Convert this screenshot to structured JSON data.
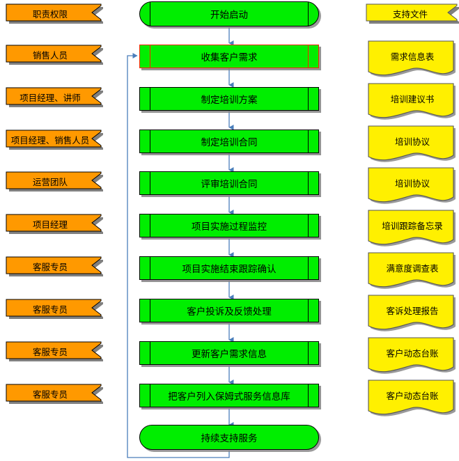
{
  "colors": {
    "role_fill": "#FF9900",
    "doc_fill": "#FFF000",
    "process_fill": "#00EE00",
    "border": "#000000",
    "alert_border": "#FF2200",
    "connector": "#4A7EBB",
    "shadow": "#828282"
  },
  "columns": {
    "roles_header": "职责权限",
    "docs_header": "支持文件"
  },
  "roles": [
    {
      "label": "销售人员"
    },
    {
      "label": "项目经理、讲师"
    },
    {
      "label": "项目经理、销售人员"
    },
    {
      "label": "运营团队"
    },
    {
      "label": "项目经理"
    },
    {
      "label": "客服专员"
    },
    {
      "label": "客服专员"
    },
    {
      "label": "客服专员"
    },
    {
      "label": "客服专员"
    }
  ],
  "process": {
    "start": "开始启动",
    "end": "持续支持服务",
    "steps": [
      {
        "label": "收集客户需求",
        "highlight": true
      },
      {
        "label": "制定培训方案",
        "highlight": false
      },
      {
        "label": "制定培训合同",
        "highlight": false
      },
      {
        "label": "评审培训合同",
        "highlight": false
      },
      {
        "label": "项目实施过程监控",
        "highlight": false
      },
      {
        "label": "项目实施结束跟踪确认",
        "highlight": false
      },
      {
        "label": "客户投诉及反馈处理",
        "highlight": false
      },
      {
        "label": "更新客户需求信息",
        "highlight": false
      },
      {
        "label": "把客户列入保姆式服务信息库",
        "highlight": false
      }
    ]
  },
  "documents": [
    {
      "label": "需求信息表"
    },
    {
      "label": "培训建议书"
    },
    {
      "label": "培训协议"
    },
    {
      "label": "培训协议"
    },
    {
      "label": "培训跟踪备忘录"
    },
    {
      "label": "满意度调查表"
    },
    {
      "label": "客诉处理报告"
    },
    {
      "label": "客户动态台账"
    },
    {
      "label": "客户动态台账"
    }
  ],
  "connectors": {
    "feedback_note": "持续支持服务 → 收集客户需求"
  }
}
